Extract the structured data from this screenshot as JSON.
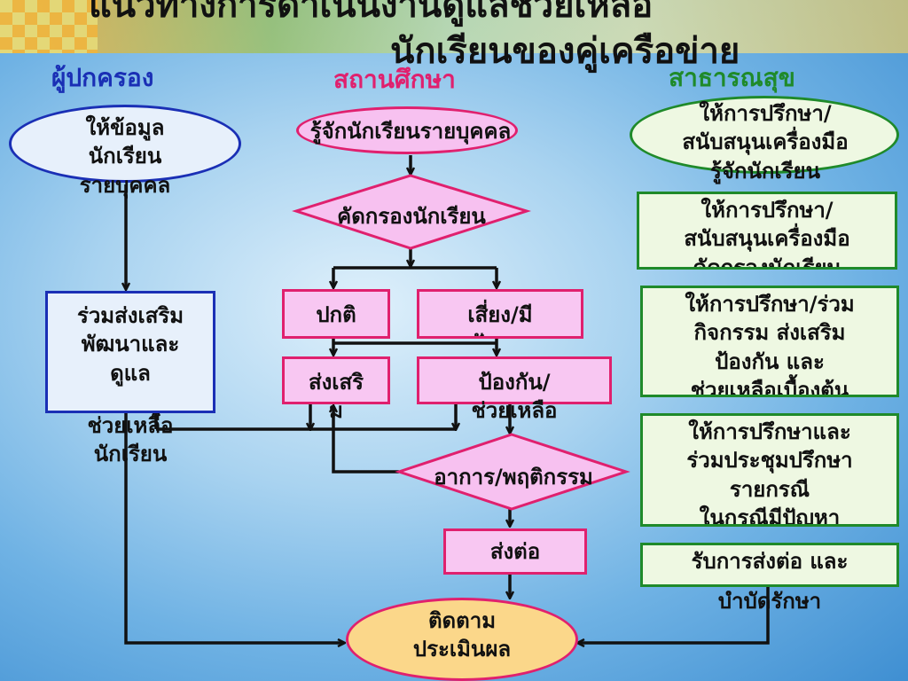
{
  "title": {
    "line1": "แนวทางการดำเนินงานดูแลช่วยเหลือ",
    "line2": "นักเรียนของคู่เครือข่าย"
  },
  "columns": {
    "parents": "ผู้ปกครอง",
    "school": "สถานศึกษา",
    "health": "สาธารณสุข"
  },
  "colors": {
    "parents_header": "#1a2fb5",
    "school_header": "#e0206e",
    "health_header": "#1f8a2a"
  },
  "parents": {
    "give_info": "ให้ข้อมูล\nนักเรียน\nรายบุคคล",
    "support": "ร่วมส่งเสริม\nพัฒนาและ\nดูแล",
    "support_cont": "ช่วยเหลือ\nนักเรียน"
  },
  "school": {
    "know_student": "รู้จักนักเรียนรายบุคคล",
    "screening": "คัดกรองนักเรียน",
    "normal": "ปกติ",
    "risk": "เสี่ยง/มี\nปัญหา",
    "promote": "ส่งเสริ\nม",
    "prevent": "ป้องกัน/\nช่วยเหลือ",
    "symptoms": "อาการ/พฤติกรรม",
    "refer": "ส่งต่อ",
    "follow_up": "ติดตาม\nประเมินผล"
  },
  "health": {
    "box1": "ให้การปรึกษา/\nสนับสนุนเครื่องมือ\nรู้จักนักเรียน",
    "box2": "ให้การปรึกษา/\nสนับสนุนเครื่องมือ\nคัดกรองนักเรียน",
    "box3": "ให้การปรึกษา/ร่วม\nกิจกรรม ส่งเสริม\nป้องกัน และ\nช่วยเหลือเบื้องต้น",
    "box4": "ให้การปรึกษาและ\nร่วมประชุมปรึกษา\nรายกรณี\nในกรณีมีปัญหา",
    "box5": "รับการส่งต่อ และ",
    "box5_cont": "บำบัดรักษา"
  }
}
